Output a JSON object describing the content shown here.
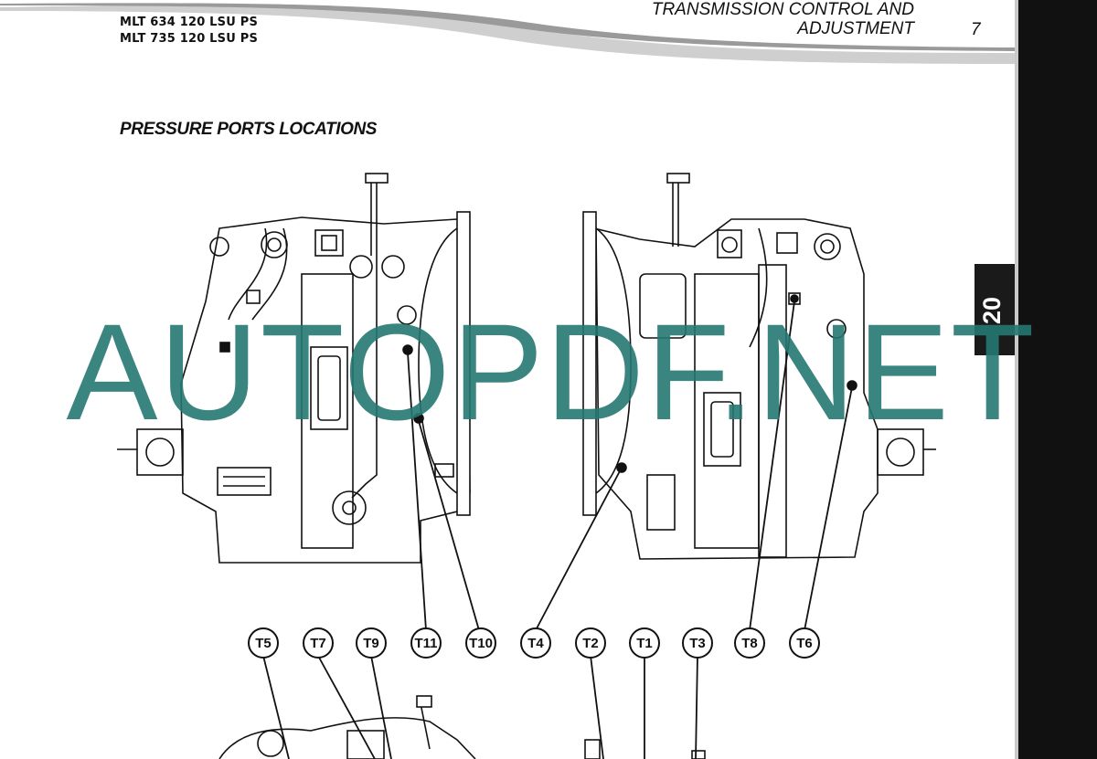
{
  "header": {
    "models": [
      "MLT 634 120 LSU PS",
      "MLT 735 120 LSU PS"
    ],
    "section_title_line1": "TRANSMISSION CONTROL AND",
    "section_title_line2": "ADJUSTMENT",
    "page_number": "7"
  },
  "subtitle": "PRESSURE PORTS LOCATIONS",
  "side_tab": "20",
  "callouts": [
    "T5",
    "T7",
    "T9",
    "T11",
    "T10",
    "T4",
    "T2",
    "T1",
    "T3",
    "T8",
    "T6"
  ],
  "watermark": "AUTOPDF.NET",
  "colors": {
    "watermark": "#267873",
    "ink": "#111111",
    "tab": "#1a1a1a"
  }
}
